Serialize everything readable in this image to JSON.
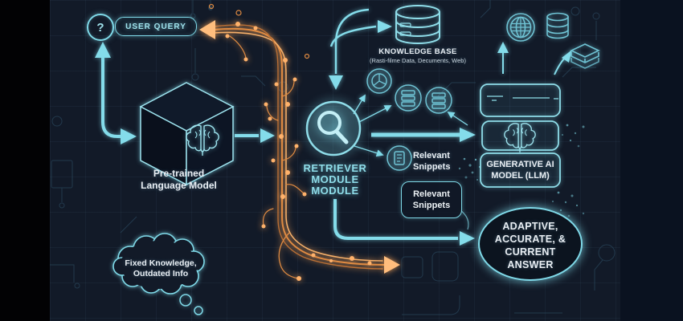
{
  "colors": {
    "background": "#121a28",
    "accent_cyan": "#7fd9e8",
    "accent_orange": "#f5a35c",
    "text_white": "#e9eef3"
  },
  "user_query": {
    "icon": "?",
    "label": "USER QUERY"
  },
  "pretrained_model": {
    "line1": "Pre-trained",
    "line2": "Language Model"
  },
  "retriever": {
    "line1": "RETRIEVER",
    "line2": "MODULE",
    "line3": "MODULE"
  },
  "knowledge_base": {
    "title": "KNOWLEDGE BASE",
    "subtitle": "(Rasti-filme Data, Decuments, Web)"
  },
  "snippets_label": {
    "line1": "Relevant",
    "line2": "Snippets"
  },
  "snippets_box": {
    "line1": "Relevant",
    "line2": "Snippets"
  },
  "generative_ai": {
    "line1": "GENERATIVE AI",
    "line2": "MODEL (LLM)"
  },
  "answer": {
    "line1": "ADAPTIVE,",
    "line2": "ACCURATE, &",
    "line3": "CURRENT",
    "line4": "ANSWER"
  },
  "limitation": {
    "line1": "Fixed Knowledge,",
    "line2": "Outdated Info"
  },
  "icons": {
    "question": "question-icon",
    "cube_brain": "brain-icon",
    "magnifier": "magnifier-icon",
    "database": "database-icon",
    "globe": "globe-icon",
    "db_stack": "db-stack-icon",
    "layers": "layers-icon",
    "pie": "pie-chart-icon",
    "server": "server-icon",
    "document": "document-icon",
    "thought_cloud": "thought-bubble"
  }
}
